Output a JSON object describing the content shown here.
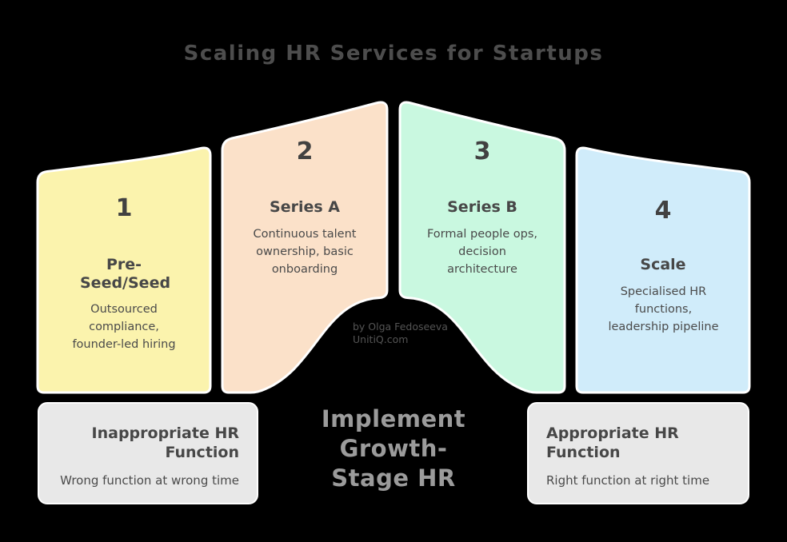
{
  "title": "Scaling HR Services for Startups",
  "attribution": {
    "line1": "by Olga Fedoseeva",
    "line2": "UnitiQ.com"
  },
  "center_label": "Implement Growth-Stage HR",
  "panels": [
    {
      "number": "1",
      "stage": "Pre-Seed/Seed",
      "description": "Outsourced compliance, founder-led hiring",
      "color": "#FBF3AD"
    },
    {
      "number": "2",
      "stage": "Series A",
      "description": "Continuous talent ownership, basic onboarding",
      "color": "#FBE1C9"
    },
    {
      "number": "3",
      "stage": "Series B",
      "description": "Formal people ops, decision architecture",
      "color": "#C9F8E0"
    },
    {
      "number": "4",
      "stage": "Scale",
      "description": "Specialised HR functions, leadership pipeline",
      "color": "#D0ECFA"
    }
  ],
  "callouts": {
    "left": {
      "heading": "Inappropriate HR Function",
      "body": "Wrong function at wrong time"
    },
    "right": {
      "heading": "Appropriate HR Function",
      "body": "Right function at right time"
    }
  },
  "colors": {
    "background": "#000000",
    "panel_stroke": "#FFFFFF",
    "callout_background": "#E8E8E8",
    "dark_text": "#474747",
    "muted_text": "#9B9B9B"
  }
}
